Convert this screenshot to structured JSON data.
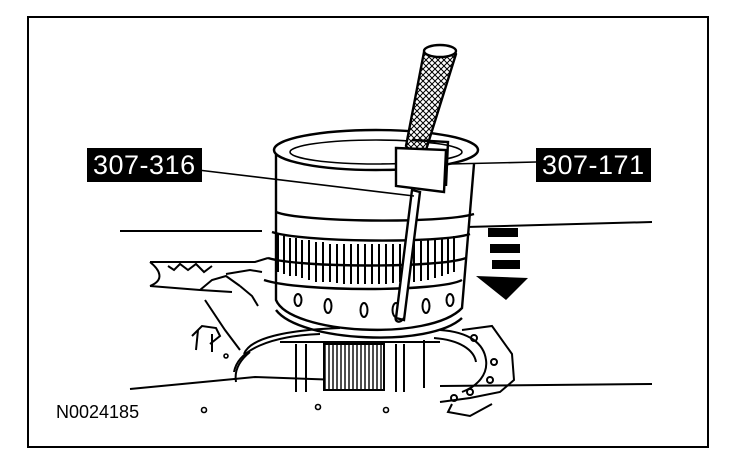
{
  "callouts": {
    "tool_left": "307-316",
    "tool_right": "307-171"
  },
  "figure_id": "N0024185",
  "colors": {
    "ink": "#000000",
    "paper": "#ffffff",
    "label_bg": "#000000",
    "label_text": "#ffffff"
  }
}
